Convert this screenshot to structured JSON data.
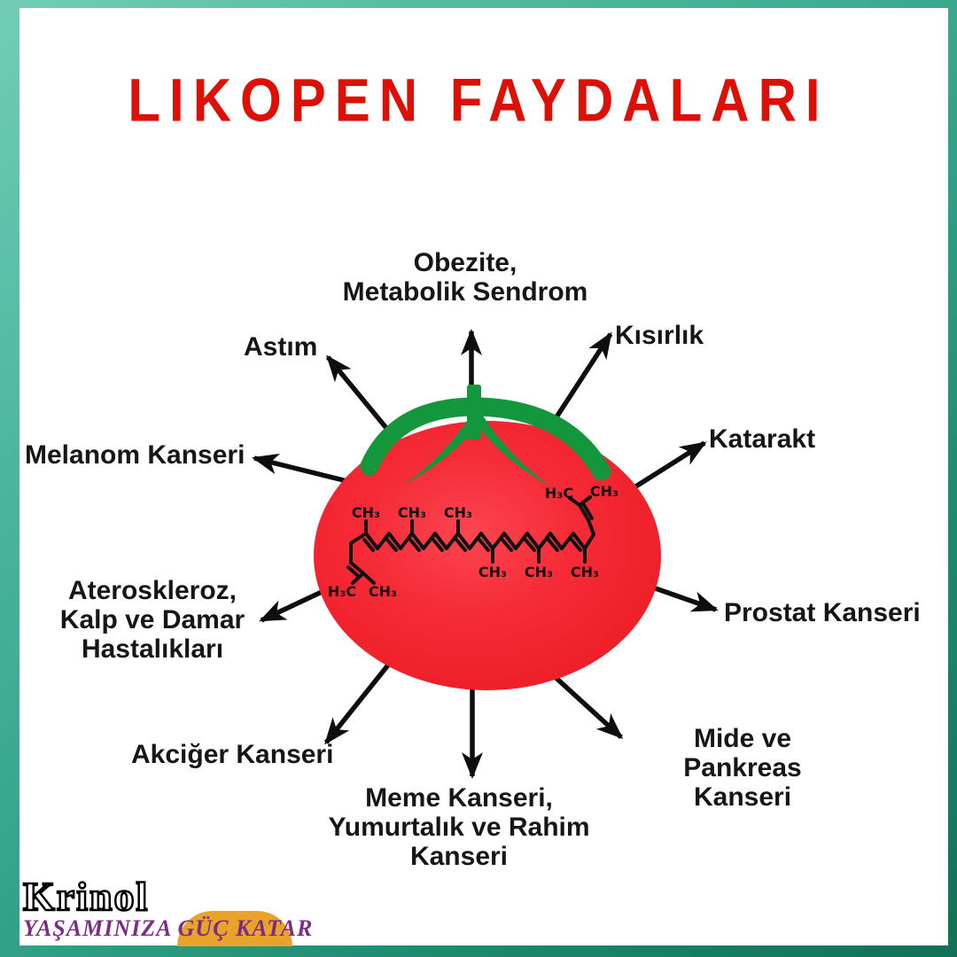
{
  "page": {
    "title": "LIKOPEN FAYDALARI"
  },
  "colors": {
    "title_red": "#dc1006",
    "label_black": "#161616",
    "tomato_center": "#fb4550",
    "tomato_mid": "#f52b37",
    "tomato_edge": "#ec1b24",
    "stem_green": "#14973c",
    "arrow_black": "#0e0e0e",
    "border_teal_light": "#5fc2ab",
    "border_teal_dark": "#137057",
    "logo_purple": "#7b2e85",
    "logo_orange": "#e9a32b"
  },
  "benefits": [
    {
      "id": "obezite-metabolik-sendrom",
      "label": "Obezite,\nMetabolik Sendrom"
    },
    {
      "id": "kisirlik",
      "label": "Kısırlık"
    },
    {
      "id": "katarakt",
      "label": "Katarakt"
    },
    {
      "id": "prostat-kanseri",
      "label": "Prostat Kanseri"
    },
    {
      "id": "mide-ve-pankreas-kanseri",
      "label": "Mide ve Pankreas\nKanseri"
    },
    {
      "id": "meme-yumurtalik-rahim-kanseri",
      "label": "Meme Kanseri,\nYumurtalık ve Rahim\nKanseri"
    },
    {
      "id": "akciger-kanseri",
      "label": "Akciğer Kanseri"
    },
    {
      "id": "ateroskleroz-kalp-damar",
      "label": "Ateroskleroz,\nKalp ve Damar\nHastalıkları"
    },
    {
      "id": "melanom-kanseri",
      "label": "Melanom Kanseri"
    },
    {
      "id": "astim",
      "label": "Astım"
    }
  ],
  "molecule": {
    "name": "lycopene-structure",
    "labels": [
      "CH₃",
      "CH₃",
      "CH₃",
      "H₃C",
      "CH₃",
      "CH₃",
      "CH₃",
      "CH₃",
      "H₃C",
      "CH₃"
    ]
  },
  "logo": {
    "name": "Krinol",
    "tagline": "YAŞAMINIZA GÜÇ KATAR"
  }
}
